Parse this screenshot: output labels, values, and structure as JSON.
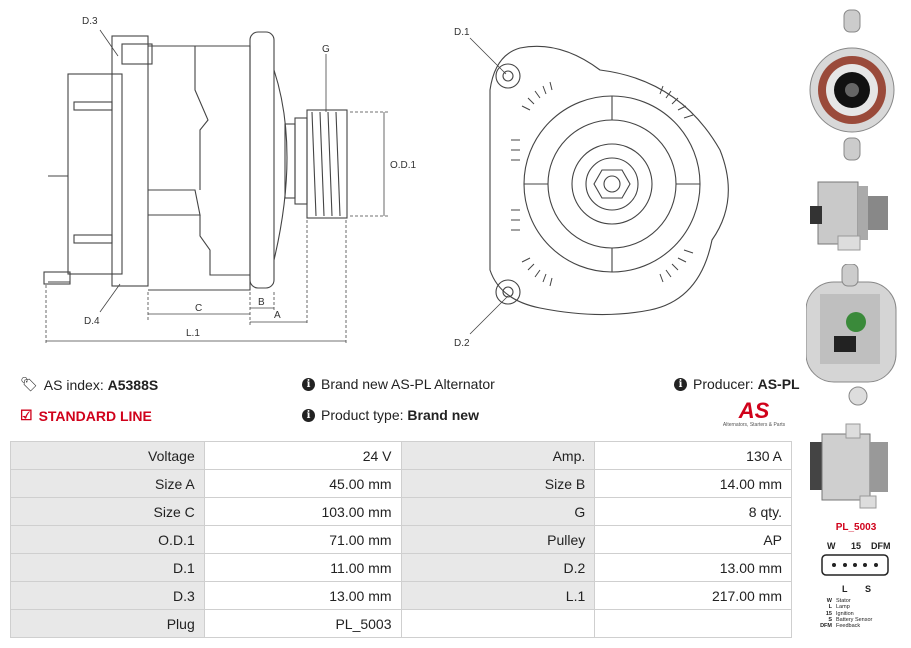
{
  "drawing_labels": {
    "d3": "D.3",
    "d4": "D.4",
    "g": "G",
    "od1": "O.D.1",
    "c": "C",
    "b": "B",
    "a": "A",
    "l1": "L.1",
    "d1": "D.1",
    "d2": "D.2"
  },
  "info": {
    "as_index_label": "AS index:",
    "as_index_value": "A5388S",
    "standard_line": "STANDARD LINE",
    "brand_text": "Brand new AS-PL Alternator",
    "product_type_label": "Product type:",
    "product_type_value": "Brand new",
    "producer_label": "Producer:",
    "producer_value": "AS-PL"
  },
  "logo": {
    "text": "AS",
    "tagline": "Alternators, Starters & Parts"
  },
  "specs": [
    {
      "k1": "Voltage",
      "v1": "24 V",
      "k2": "Amp.",
      "v2": "130 A"
    },
    {
      "k1": "Size A",
      "v1": "45.00 mm",
      "k2": "Size B",
      "v2": "14.00 mm"
    },
    {
      "k1": "Size C",
      "v1": "103.00 mm",
      "k2": "G",
      "v2": "8 qty."
    },
    {
      "k1": "O.D.1",
      "v1": "71.00 mm",
      "k2": "Pulley",
      "v2": "AP"
    },
    {
      "k1": "D.1",
      "v1": "11.00 mm",
      "k2": "D.2",
      "v2": "13.00 mm"
    },
    {
      "k1": "D.3",
      "v1": "13.00 mm",
      "k2": "L.1",
      "v2": "217.00 mm"
    },
    {
      "k1": "Plug",
      "v1": "PL_5003",
      "k2": "",
      "v2": ""
    }
  ],
  "plug": {
    "title": "PL_5003",
    "top_pins": [
      "W",
      "15",
      "DFM"
    ],
    "bottom_pins": [
      "L",
      "S"
    ],
    "legend": [
      {
        "key": "W",
        "desc": "Stator"
      },
      {
        "key": "L",
        "desc": "Lamp"
      },
      {
        "key": "15",
        "desc": "Ignition"
      },
      {
        "key": "S",
        "desc": "Battery Sensor"
      },
      {
        "key": "DFM",
        "desc": "Feedback"
      }
    ]
  }
}
